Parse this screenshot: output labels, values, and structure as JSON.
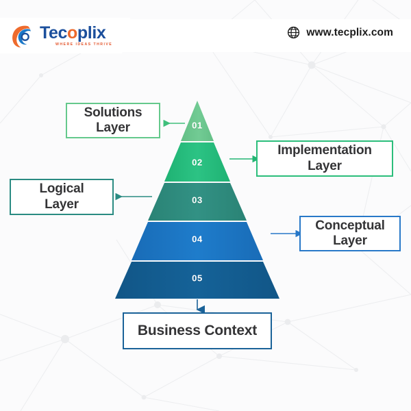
{
  "header": {
    "logo": {
      "icon": "tecplix-swoosh-icon",
      "word_part1": "Tec",
      "word_accent": "o",
      "word_part2": "plix",
      "full_word": "Tecplix",
      "tagline": "WHERE IDEAS THRIVE",
      "text_color": "#1B4F9C",
      "accent_color": "#ED6A2C"
    },
    "website": {
      "icon": "globe-icon",
      "url": "www.tecplix.com"
    }
  },
  "pyramid": {
    "segments": [
      {
        "number": "01",
        "color": "#6CC68E",
        "color_dark": "#63BF86",
        "label_ref": "Solutions Layer"
      },
      {
        "number": "02",
        "color": "#25BC7B",
        "color_dark": "#1FB273",
        "label_ref": "Implementation Layer"
      },
      {
        "number": "03",
        "color": "#2E8B7E",
        "color_dark": "#2A8375",
        "label_ref": "Logical Layer"
      },
      {
        "number": "04",
        "color": "#1C76C4",
        "color_dark": "#196CB7",
        "label_ref": "Conceptual Layer"
      },
      {
        "number": "05",
        "color": "#135D92",
        "color_dark": "#115687",
        "label_ref": "Business Context"
      }
    ]
  },
  "labels": {
    "solutions": {
      "line1": "Solutions",
      "line2": "Layer",
      "border_color": "#65C98C",
      "arrow_color": "#3FBF7B",
      "arrow_direction": "left"
    },
    "implementation": {
      "line1": "Implementation",
      "line2": "Layer",
      "border_color": "#2BBE7B",
      "arrow_color": "#23B573",
      "arrow_direction": "right"
    },
    "logical": {
      "line1": "Logical",
      "line2": "Layer",
      "border_color": "#2A8B82",
      "arrow_color": "#2A8B82",
      "arrow_direction": "left"
    },
    "conceptual": {
      "line1": "Conceptual",
      "line2": "Layer",
      "border_color": "#2878C8",
      "arrow_color": "#2878C8",
      "arrow_direction": "right"
    },
    "business": {
      "line1": "Business Context",
      "line2": "",
      "border_color": "#1A6298",
      "arrow_color": "#1A6298",
      "arrow_direction": "down"
    }
  },
  "colors": {
    "background": "#FBFBFC",
    "network_line": "#EDEEF0",
    "text_dark": "#343436"
  }
}
